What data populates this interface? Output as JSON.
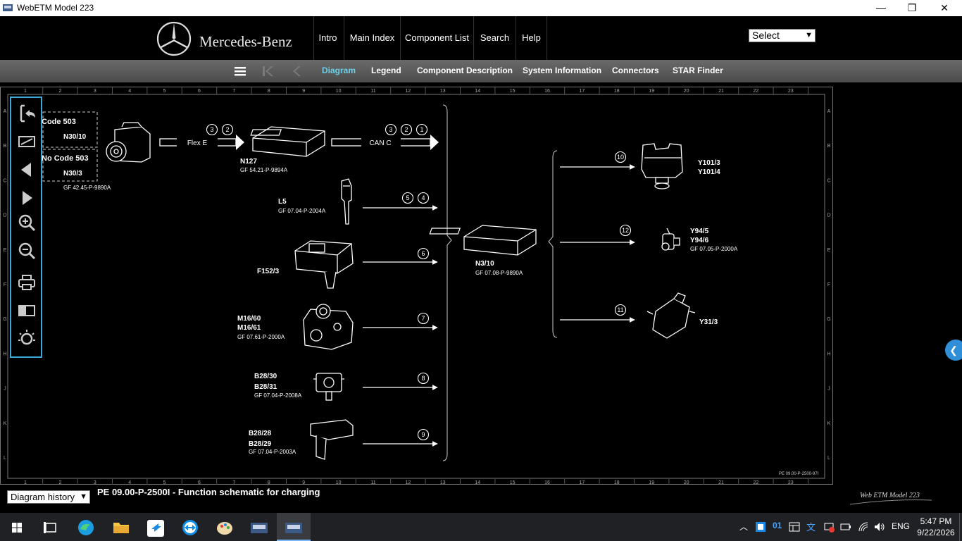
{
  "window": {
    "title": "WebETM Model 223",
    "minimize": "—",
    "maximize": "❐",
    "close": "✕"
  },
  "header": {
    "brand": "Mercedes-Benz",
    "nav": [
      "Intro",
      "Main Index",
      "Component List",
      "Search",
      "Help"
    ],
    "select_value": "Select"
  },
  "toolbar": {
    "tabs": [
      "Diagram",
      "Legend",
      "Component Description",
      "System Information",
      "Connectors",
      "STAR Finder"
    ],
    "active_tab": "Diagram"
  },
  "side_tools": [
    "back-to-index-icon",
    "fit-page-icon",
    "previous-icon",
    "next-icon",
    "zoom-in-icon",
    "zoom-out-icon",
    "print-icon",
    "toggle-view-icon",
    "brightness-icon"
  ],
  "diagram": {
    "grid_cols": [
      "1",
      "2",
      "3",
      "4",
      "5",
      "6",
      "7",
      "8",
      "9",
      "10",
      "11",
      "12",
      "13",
      "14",
      "15",
      "16",
      "17",
      "18",
      "19",
      "20",
      "21",
      "22",
      "23"
    ],
    "grid_rows": [
      "A",
      "B",
      "C",
      "D",
      "E",
      "F",
      "G",
      "H",
      "J",
      "K",
      "L"
    ],
    "doc_id": "PE 09.00-P-2500-97I",
    "labels": {
      "code503": "Code 503",
      "n30_10": "N30/10",
      "nocode503": "No Code 503",
      "n30_3": "N30/3",
      "gf_camera": "GF 42.45-P-9890A",
      "flex_e": "Flex E",
      "n127": "N127",
      "gf_n127": "GF 54.21-P-9894A",
      "can_c": "CAN C",
      "l5": "L5",
      "gf_l5": "GF 07.04-P-2004A",
      "f152_3": "F152/3",
      "m16_60": "M16/60",
      "m16_61": "M16/61",
      "gf_m16": "GF 07.61-P-2000A",
      "b28_30": "B28/30",
      "b28_31": "B28/31",
      "gf_b28_30": "GF 07.04-P-2008A",
      "b28_28": "B28/28",
      "b28_29": "B28/29",
      "gf_b28_28": "GF 07.04-P-2003A",
      "n3_10": "N3/10",
      "gf_n3_10": "GF 07.08-P-9890A",
      "y101_3": "Y101/3",
      "y101_4": "Y101/4",
      "y94_5": "Y94/5",
      "y94_6": "Y94/6",
      "gf_y94": "GF 07.05-P-2000A",
      "y31_3": "Y31/3"
    },
    "signals": {
      "flexe": [
        "3",
        "2"
      ],
      "canc": [
        "3",
        "2",
        "1"
      ],
      "l5": [
        "5",
        "4"
      ],
      "f152": [
        "6"
      ],
      "m16": [
        "7"
      ],
      "b2830": [
        "8"
      ],
      "b2828": [
        "9"
      ],
      "y101": [
        "10"
      ],
      "y94": [
        "12"
      ],
      "y31": [
        "11"
      ]
    }
  },
  "footer": {
    "history_value": "Diagram history",
    "title": "PE 09.00-P-2500I - Function schematic for charging",
    "logo": "Web ETM Model 223"
  },
  "taskbar": {
    "lang": "ENG",
    "time": "5:47 PM",
    "date": "9/22/2026",
    "tray_num": "01"
  },
  "colors": {
    "accent": "#6ad1ea",
    "frame": "#3aa8d8",
    "toolbar": "#5a5a5a"
  }
}
